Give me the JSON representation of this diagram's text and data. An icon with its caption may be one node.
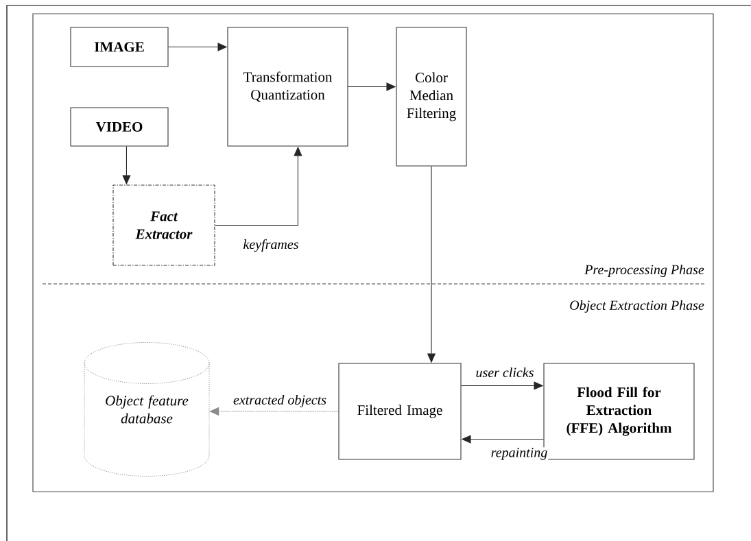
{
  "diagram": {
    "nodes": [
      {
        "text": [
          "IMAGE"
        ]
      },
      {
        "text": [
          "Transformation Quantization"
        ]
      },
      {
        "text": [
          "Color Median Filtering"
        ]
      },
      {
        "text": [
          "VIDEO"
        ]
      },
      {
        "text": [
          "Fact Extractor"
        ]
      },
      {
        "text": [
          "Object feature database"
        ]
      },
      {
        "text": [
          "Filtered Image"
        ]
      },
      {
        "text": [
          "Flood Fill for Extraction (FFE) Algorithm"
        ]
      }
    ],
    "edges": [
      {
        "from": 0,
        "to": 1,
        "arrow": "to"
      },
      {
        "from": 1,
        "to": 2,
        "arrow": "to"
      },
      {
        "from": 3,
        "to": 4,
        "arrow": "to"
      },
      {
        "from": 4,
        "to": 1,
        "arrow": "to",
        "label": "keyframes"
      },
      {
        "from": 2,
        "to": 6,
        "arrow": "to"
      },
      {
        "from": 6,
        "to": 7,
        "arrow": "to",
        "label": "user clicks"
      },
      {
        "from": 7,
        "to": 6,
        "arrow": "to",
        "label": "repainting"
      },
      {
        "from": 6,
        "to": 5,
        "arrow": "to",
        "label": "extracted objects",
        "style": "dashed",
        "color": "#8a8a8a"
      }
    ],
    "labels": [
      "Pre-processing Phase",
      "Object Extraction Phase"
    ]
  }
}
